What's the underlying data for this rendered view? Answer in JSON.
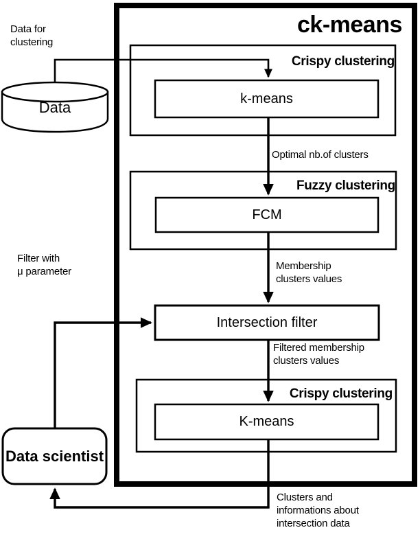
{
  "diagram": {
    "title": "ck-means",
    "external": {
      "data_store_label": "Data",
      "data_store_icon": "cylinder-database-icon",
      "data_input_annotation": "Data for\nclustering",
      "actor_label": "Data\nscientist",
      "filter_annotation": "Filter with\nμ parameter",
      "output_annotation": "Clusters and\ninformations about\nintersection data"
    },
    "stages": [
      {
        "id": "crispy-clustering-1",
        "phase_title": "Crispy clustering",
        "algorithm": "k-means"
      },
      {
        "id": "fuzzy-clustering",
        "phase_title": "Fuzzy clustering",
        "algorithm": "FCM"
      },
      {
        "id": "intersection-filter",
        "phase_title": "",
        "algorithm": "Intersection filter"
      },
      {
        "id": "crispy-clustering-2",
        "phase_title": "Crispy clustering",
        "algorithm": "K-means"
      }
    ],
    "flow_annotations": [
      {
        "id": "optimal-clusters",
        "text": "Optimal nb.of clusters"
      },
      {
        "id": "membership-values",
        "text": "Membership\nclusters values"
      },
      {
        "id": "filtered-membership-values",
        "text": "Filtered membership\nclusters values"
      }
    ],
    "colors": {
      "stroke": "#000000",
      "background": "#ffffff",
      "text": "#000000"
    }
  }
}
